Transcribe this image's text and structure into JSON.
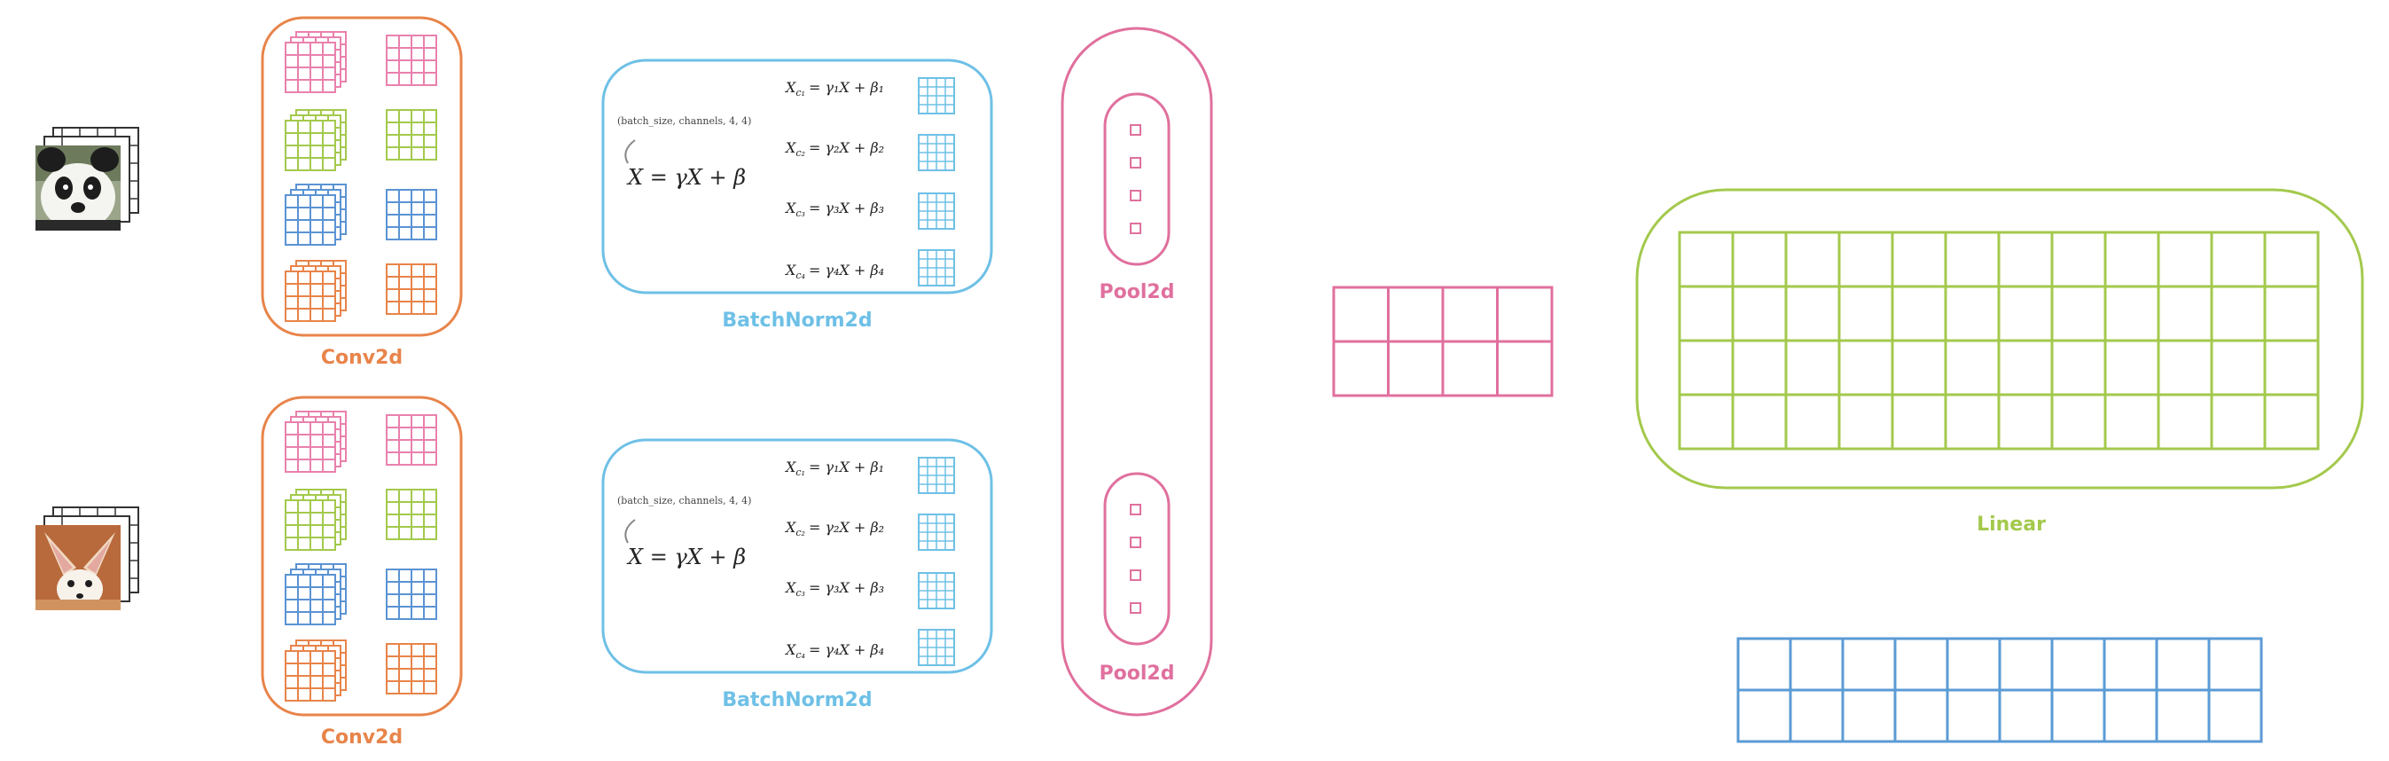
{
  "colors": {
    "conv": "#e8844a",
    "bn": "#6ec0e6",
    "pool": "#e0709e",
    "linear": "#a3c94c",
    "pink": "#e981ad",
    "green": "#a3c94c",
    "blue": "#5b93d3",
    "orange": "#e8844a",
    "output": "#5b9bd5",
    "text": "#333333"
  },
  "icons": [
    "panda-image",
    "fennec-fox-image",
    "feature-map-grid-icon",
    "pool-square-icon"
  ],
  "labels": {
    "conv2d": "Conv2d",
    "batchnorm2d": "BatchNorm2d",
    "pool2d": "Pool2d",
    "linear": "Linear"
  },
  "batchnorm": {
    "shape_note": "(batch_size, channels, 4, 4)",
    "main_formula": "X = γX + β",
    "channel_formulas": [
      {
        "lhs": "X",
        "sub": "c₁",
        "rhs": "= γ₁X + β₁"
      },
      {
        "lhs": "X",
        "sub": "c₂",
        "rhs": "= γ₂X + β₂"
      },
      {
        "lhs": "X",
        "sub": "c₃",
        "rhs": "= γ₃X + β₃"
      },
      {
        "lhs": "X",
        "sub": "c₄",
        "rhs": "= γ₄X + β₄"
      }
    ]
  },
  "grids": {
    "pool_output": {
      "rows": 2,
      "cols": 4
    },
    "linear_weights": {
      "rows": 4,
      "cols": 12
    },
    "final_output": {
      "rows": 2,
      "cols": 10
    }
  }
}
